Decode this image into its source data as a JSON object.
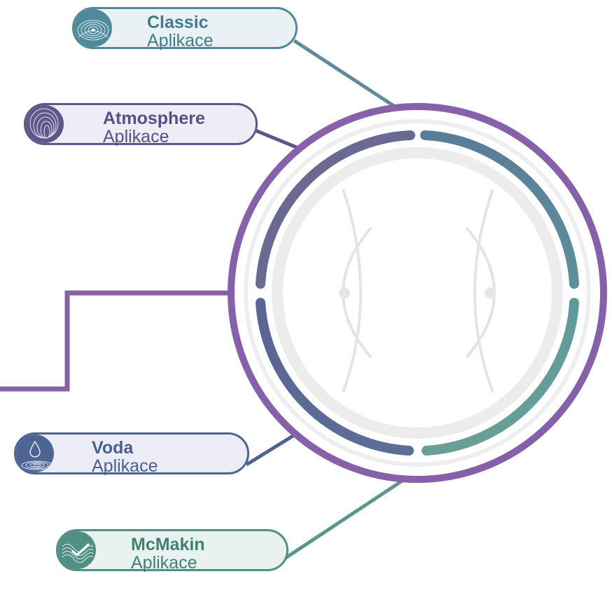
{
  "apps": [
    {
      "id": "classic",
      "name": "Classic",
      "subtitle": "Aplikace",
      "icon": "ripple-ellipse-icon",
      "color": "#4f8a9c"
    },
    {
      "id": "atmosphere",
      "name": "Atmosphere",
      "subtitle": "Aplikace",
      "icon": "nested-ovals-icon",
      "color": "#5e5789"
    },
    {
      "id": "voda",
      "name": "Voda",
      "subtitle": "Aplikace",
      "icon": "water-drop-icon",
      "color": "#4e6594"
    },
    {
      "id": "mcmakin",
      "name": "McMakin",
      "subtitle": "Aplikace",
      "icon": "wave-checkmark-icon",
      "color": "#4f8f84"
    }
  ],
  "colors": {
    "outer_ring": "#8660a8",
    "light_ring": "#e9e9e9",
    "device_outline": "#e4e4e4"
  }
}
